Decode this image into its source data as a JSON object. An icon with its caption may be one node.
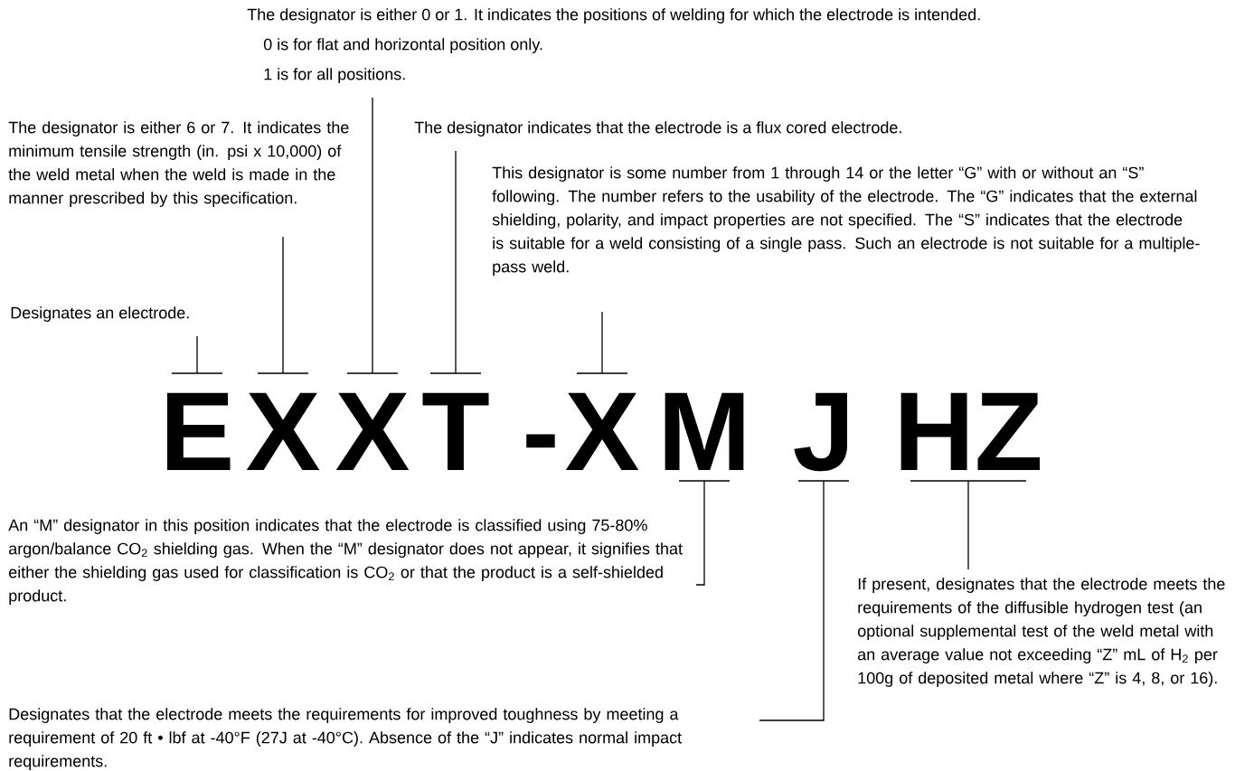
{
  "diagram": {
    "nodes": [
      {
        "text": [
          "The designator is either 0 or 1. It indicates the positions of welding for which the electrode is intended.",
          "0 is for flat and horizontal position only.",
          "1 is for all positions."
        ]
      },
      {
        "text": [
          "The designator is either 6 or 7. It indicates the minimum tensile strength (in. psi x 10,000) of the weld metal when the weld is made in the manner prescribed by this specification."
        ]
      },
      {
        "text": [
          "The designator indicates that the electrode is a flux cored electrode."
        ]
      },
      {
        "text": [
          "This designator is some number from 1 through 14 or the letter “G” with or without an “S” following. The number refers to the usability of the electrode. The “G” indicates that the external shielding, polarity, and impact properties are not specified. The “S” indicates that the electrode is suitable for a weld consisting of a single pass. Such an electrode is not suitable for a multiple-pass weld."
        ]
      },
      {
        "text": [
          "Designates an electrode."
        ]
      },
      {
        "text": [
          "E"
        ]
      },
      {
        "text": [
          "X"
        ]
      },
      {
        "text": [
          "X"
        ]
      },
      {
        "text": [
          "T"
        ]
      },
      {
        "text": [
          "X"
        ]
      },
      {
        "text": [
          "M"
        ]
      },
      {
        "text": [
          "J"
        ]
      },
      {
        "text": [
          "HZ"
        ]
      },
      {
        "text": [
          "An “M” designator in this position indicates that the electrode is classified using 75-80% argon/balance CO$_{2}$ shielding gas. When the “M” designator does not appear, it signifies that either the shielding gas used for classification is CO$_{2}$ or that the product is a self-shielded product."
        ]
      },
      {
        "text": [
          "Designates that the electrode meets the requirements for improved toughness by meeting a requirement of 20 ft • lbf at -40°F (27J at -40°C). Absence of the “J” indicates normal impact requirements."
        ]
      },
      {
        "text": [
          "If present, designates that the electrode meets the requirements of the diffusible hydrogen test (an optional supplemental test of the weld metal with an average value not exceeding “Z” mL of H$_{2}$ per 100g of deposited metal where “Z” is 4, 8, or 16)."
        ]
      }
    ],
    "edges": [
      {
        "from": 4,
        "to": 5,
        "arrow": "none"
      },
      {
        "from": 1,
        "to": 6,
        "arrow": "none"
      },
      {
        "from": 0,
        "to": 7,
        "arrow": "none"
      },
      {
        "from": 2,
        "to": 8,
        "arrow": "none"
      },
      {
        "from": 3,
        "to": 9,
        "arrow": "none"
      },
      {
        "from": 13,
        "to": 10,
        "arrow": "none"
      },
      {
        "from": 14,
        "to": 11,
        "arrow": "none"
      },
      {
        "from": 15,
        "to": 12,
        "arrow": "none"
      }
    ],
    "labels": [
      "-"
    ]
  }
}
